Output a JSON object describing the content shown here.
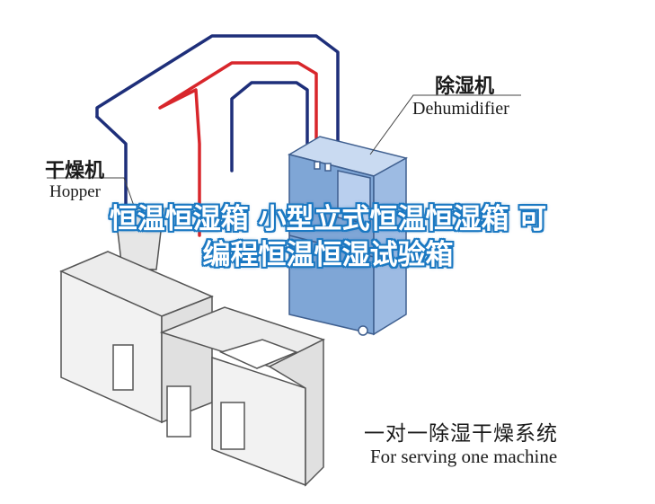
{
  "labels": {
    "dehumidifier_cn": "除湿机",
    "dehumidifier_en": "Dehumidifier",
    "hopper_cn": "干燥机",
    "hopper_en": "Hopper",
    "system_cn": "一对一除湿干燥系统",
    "system_en": "For serving one machine"
  },
  "overlay": {
    "title": "恒温恒湿箱 小型立式恒温恒湿箱 可编程恒温恒湿试验箱"
  },
  "colors": {
    "pipe_blue": "#1e2f7a",
    "pipe_red": "#d8262b",
    "cabinet_blue": "#7fa6d6",
    "cabinet_light": "#c9daf1",
    "machine_gray": "#f2f2f2",
    "outline": "#555555",
    "overlay_stroke": "#1a78c2"
  }
}
